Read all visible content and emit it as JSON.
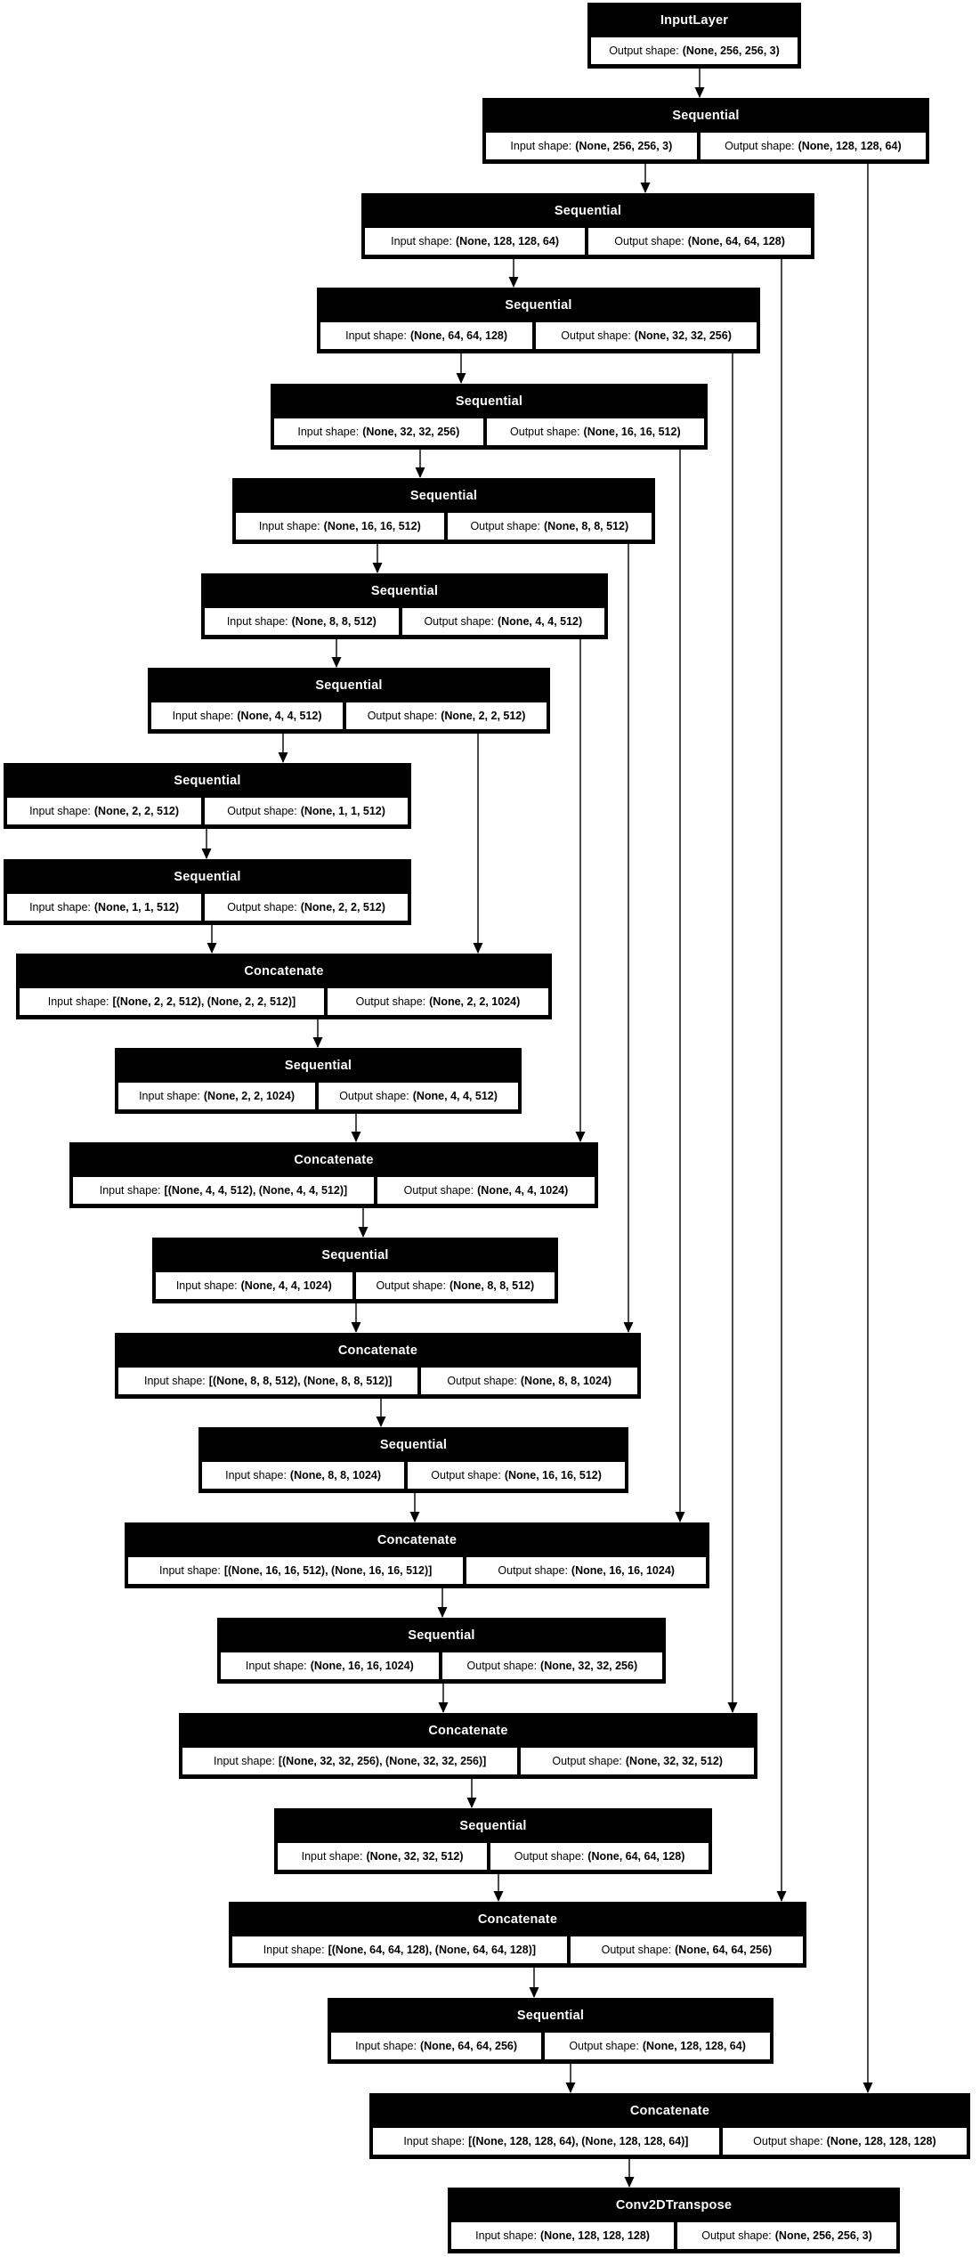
{
  "diagram": {
    "kind": "keras-model-graph",
    "labels": {
      "input_prefix": "Input shape:",
      "output_prefix": "Output shape:"
    },
    "colors": {
      "background": "#ffffff",
      "node_fill": "#000000",
      "node_title_text": "#ffffff",
      "cell_fill": "#ffffff",
      "cell_text": "#000000",
      "edge": "#000000"
    },
    "nodes": [
      {
        "title": "InputLayer",
        "output_shape": "(None, 256, 256, 3)"
      },
      {
        "title": "Sequential",
        "input_shape": "(None, 256, 256, 3)",
        "output_shape": "(None, 128, 128, 64)"
      },
      {
        "title": "Sequential",
        "input_shape": "(None, 128, 128, 64)",
        "output_shape": "(None, 64, 64, 128)"
      },
      {
        "title": "Sequential",
        "input_shape": "(None, 64, 64, 128)",
        "output_shape": "(None, 32, 32, 256)"
      },
      {
        "title": "Sequential",
        "input_shape": "(None, 32, 32, 256)",
        "output_shape": "(None, 16, 16, 512)"
      },
      {
        "title": "Sequential",
        "input_shape": "(None, 16, 16, 512)",
        "output_shape": "(None, 8, 8, 512)"
      },
      {
        "title": "Sequential",
        "input_shape": "(None, 8, 8, 512)",
        "output_shape": "(None, 4, 4, 512)"
      },
      {
        "title": "Sequential",
        "input_shape": "(None, 4, 4, 512)",
        "output_shape": "(None, 2, 2, 512)"
      },
      {
        "title": "Sequential",
        "input_shape": "(None, 2, 2, 512)",
        "output_shape": "(None, 1, 1, 512)"
      },
      {
        "title": "Sequential",
        "input_shape": "(None, 1, 1, 512)",
        "output_shape": "(None, 2, 2, 512)"
      },
      {
        "title": "Concatenate",
        "input_shape": "[(None, 2, 2, 512), (None, 2, 2, 512)]",
        "output_shape": "(None, 2, 2, 1024)"
      },
      {
        "title": "Sequential",
        "input_shape": "(None, 2, 2, 1024)",
        "output_shape": "(None, 4, 4, 512)"
      },
      {
        "title": "Concatenate",
        "input_shape": "[(None, 4, 4, 512), (None, 4, 4, 512)]",
        "output_shape": "(None, 4, 4, 1024)"
      },
      {
        "title": "Sequential",
        "input_shape": "(None, 4, 4, 1024)",
        "output_shape": "(None, 8, 8, 512)"
      },
      {
        "title": "Concatenate",
        "input_shape": "[(None, 8, 8, 512), (None, 8, 8, 512)]",
        "output_shape": "(None, 8, 8, 1024)"
      },
      {
        "title": "Sequential",
        "input_shape": "(None, 8, 8, 1024)",
        "output_shape": "(None, 16, 16, 512)"
      },
      {
        "title": "Concatenate",
        "input_shape": "[(None, 16, 16, 512), (None, 16, 16, 512)]",
        "output_shape": "(None, 16, 16, 1024)"
      },
      {
        "title": "Sequential",
        "input_shape": "(None, 16, 16, 1024)",
        "output_shape": "(None, 32, 32, 256)"
      },
      {
        "title": "Concatenate",
        "input_shape": "[(None, 32, 32, 256), (None, 32, 32, 256)]",
        "output_shape": "(None, 32, 32, 512)"
      },
      {
        "title": "Sequential",
        "input_shape": "(None, 32, 32, 512)",
        "output_shape": "(None, 64, 64, 128)"
      },
      {
        "title": "Concatenate",
        "input_shape": "[(None, 64, 64, 128), (None, 64, 64, 128)]",
        "output_shape": "(None, 64, 64, 256)"
      },
      {
        "title": "Sequential",
        "input_shape": "(None, 64, 64, 256)",
        "output_shape": "(None, 128, 128, 64)"
      },
      {
        "title": "Concatenate",
        "input_shape": "[(None, 128, 128, 64), (None, 128, 128, 64)]",
        "output_shape": "(None, 128, 128, 128)"
      },
      {
        "title": "Conv2DTranspose",
        "input_shape": "(None, 128, 128, 128)",
        "output_shape": "(None, 256, 256, 3)"
      }
    ],
    "edges": {
      "chain": [
        [
          1,
          2
        ],
        [
          2,
          3
        ],
        [
          3,
          4
        ],
        [
          4,
          5
        ],
        [
          5,
          6
        ],
        [
          6,
          7
        ],
        [
          7,
          8
        ],
        [
          8,
          9
        ],
        [
          9,
          10
        ],
        [
          10,
          11
        ],
        [
          11,
          12
        ],
        [
          12,
          13
        ],
        [
          13,
          14
        ],
        [
          14,
          15
        ],
        [
          15,
          16
        ],
        [
          16,
          17
        ],
        [
          17,
          18
        ],
        [
          18,
          19
        ],
        [
          19,
          20
        ],
        [
          20,
          21
        ],
        [
          21,
          22
        ],
        [
          22,
          23
        ],
        [
          23,
          24
        ]
      ],
      "skip": [
        [
          2,
          23
        ],
        [
          3,
          21
        ],
        [
          4,
          19
        ],
        [
          5,
          17
        ],
        [
          6,
          15
        ],
        [
          7,
          13
        ],
        [
          8,
          11
        ]
      ]
    }
  }
}
